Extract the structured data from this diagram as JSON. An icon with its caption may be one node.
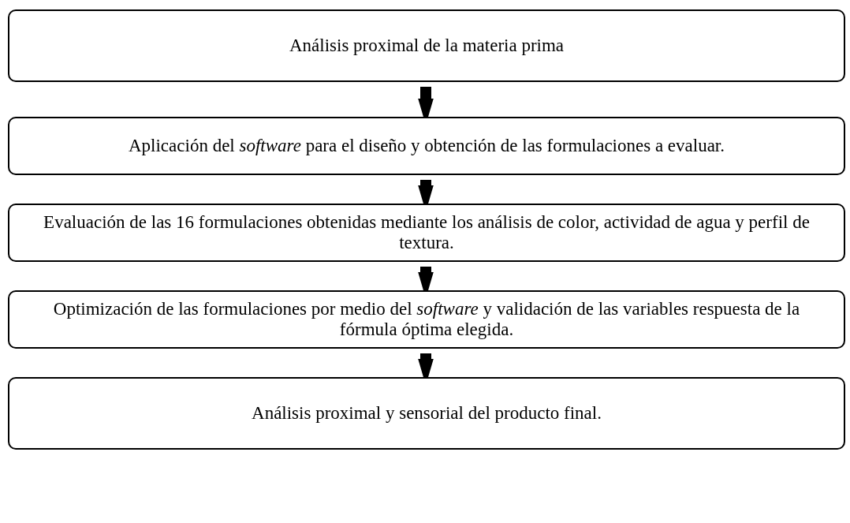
{
  "diagram": {
    "nodes": [
      {
        "text": [
          "Análisis proximal de la materia prima"
        ]
      },
      {
        "text": [
          "Aplicación del *software* para el diseño y obtención de las formulaciones a evaluar."
        ]
      },
      {
        "text": [
          "Evaluación de las 16 formulaciones obtenidas mediante los análisis de color, actividad de agua y perfil de textura."
        ]
      },
      {
        "text": [
          "Optimización de las formulaciones por medio del *software* y validación de las variables respuesta de la fórmula óptima elegida."
        ]
      },
      {
        "text": [
          "Análisis proximal y sensorial del producto final."
        ]
      }
    ],
    "edges": [
      {
        "from": 0,
        "to": 1,
        "arrow": "to"
      },
      {
        "from": 1,
        "to": 2,
        "arrow": "to"
      },
      {
        "from": 2,
        "to": 3,
        "arrow": "to"
      },
      {
        "from": 3,
        "to": 4,
        "arrow": "to"
      }
    ]
  }
}
